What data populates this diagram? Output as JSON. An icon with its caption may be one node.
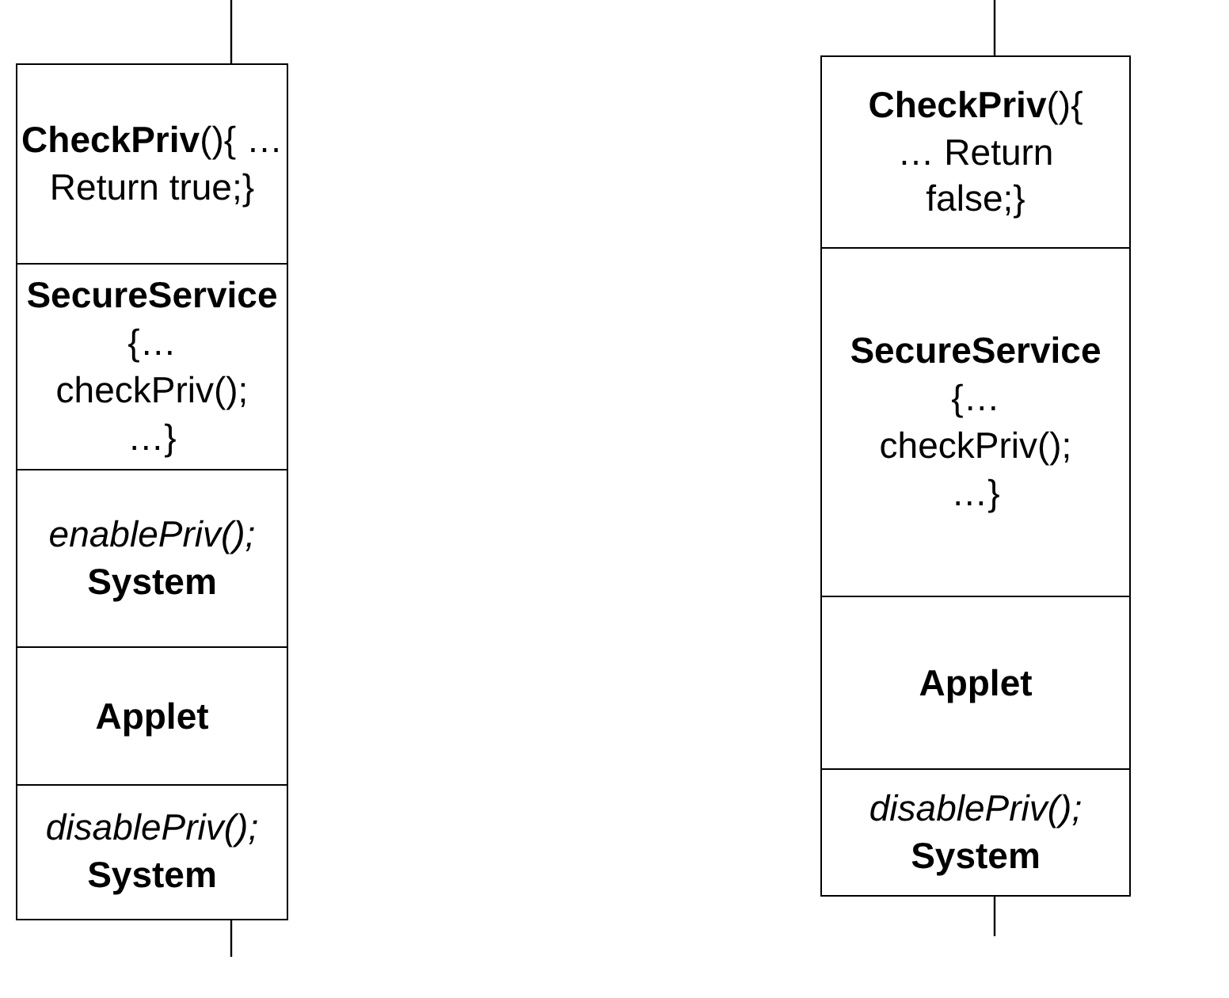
{
  "diagram": {
    "nodes": [
      {
        "text": [
          "**CheckPriv**(){ … Return true;}"
        ]
      },
      {
        "text": [
          "SecureService",
          "{…checkPriv(); …}"
        ]
      },
      {
        "text": [
          "enablePriv();",
          "System"
        ]
      },
      {
        "text": [
          "Applet"
        ]
      },
      {
        "text": [
          "disablePriv();",
          "System"
        ]
      },
      {
        "text": [
          "**CheckPriv**(){ … Return false;}"
        ]
      },
      {
        "text": [
          "SecureService",
          "{… checkPriv(); …}"
        ]
      },
      {
        "text": [
          "Applet"
        ]
      },
      {
        "text": [
          "disablePriv();",
          "System"
        ]
      }
    ]
  }
}
